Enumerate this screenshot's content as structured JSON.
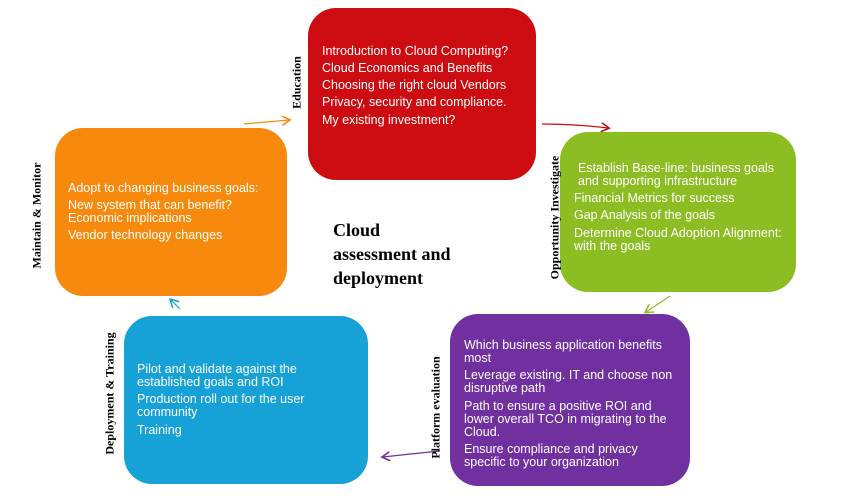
{
  "title": [
    "Cloud",
    "assessment and",
    "deployment"
  ],
  "stages": {
    "education": {
      "label": "Education",
      "color": "#cc0c10",
      "items": [
        "Introduction to Cloud Computing?",
        "Cloud Economics and Benefits",
        "Choosing the right cloud Vendors",
        "Privacy, security and compliance.",
        "My existing investment?"
      ]
    },
    "opportunity": {
      "label": "Opportunity Investigate",
      "color": "#8cbe24",
      "items": [
        "Establish Base-line:  business goals and supporting infrastructure",
        "Financial Metrics for success",
        "Gap Analysis of the goals",
        "Determine Cloud Adoption Alignment: with the goals"
      ]
    },
    "platform": {
      "label": "Platform evaluation",
      "color": "#7030a0",
      "items": [
        "Which business application benefits most",
        "Leverage existing. IT  and choose non disruptive path",
        "Path to ensure  a positive ROI and lower overall TCO in migrating to the Cloud.",
        "Ensure compliance and privacy specific to your organization"
      ]
    },
    "deployment": {
      "label": "Deployment & Training",
      "color": "#16a2d6",
      "items": [
        "Pilot  and validate against the established goals and ROI",
        "Production roll out for the  user community",
        "Training"
      ]
    },
    "maintain": {
      "label": "Maintain  & Monitor",
      "color": "#f7890c",
      "items": [
        "Adopt to changing business goals:",
        "New system  that can benefit? Economic implications",
        "Vendor technology changes"
      ]
    }
  }
}
